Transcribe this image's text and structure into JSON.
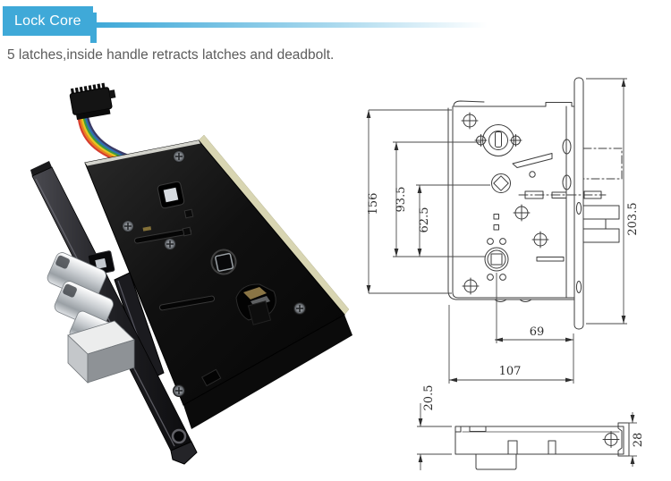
{
  "header": {
    "badge_label": "Lock Core",
    "accent_color": "#3FA9D8"
  },
  "description": "5 latches,inside handle retracts latches and deadbolt.",
  "drawing": {
    "front_view": {
      "overall_height": "156",
      "cylinder_spacing": "93.5",
      "hub_spacing": "62.5",
      "faceplate_length": "203.5",
      "backset": "69",
      "case_width": "107"
    },
    "side_view": {
      "case_thickness": "20.5",
      "faceplate_width": "28"
    }
  }
}
